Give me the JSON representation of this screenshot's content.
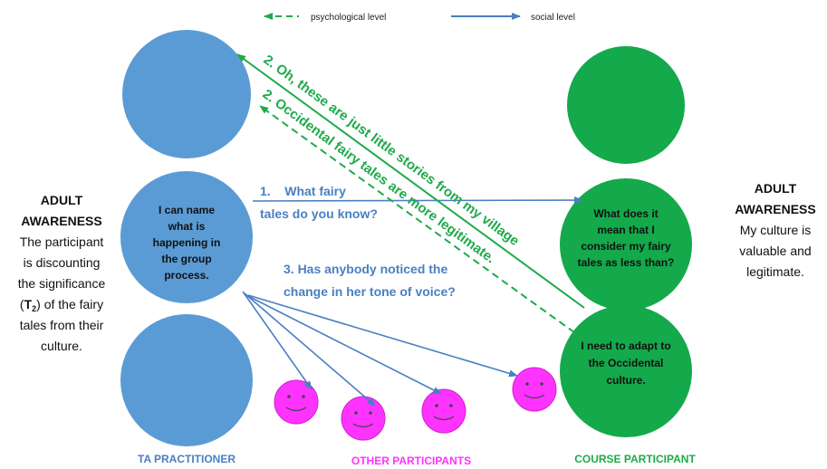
{
  "legend": {
    "psychological_label": "psychological level",
    "social_label": "social level",
    "psychological_color": "#1faa4a",
    "social_color": "#4a7fc1"
  },
  "colors": {
    "blue_circle": "#5b9bd5",
    "green_circle": "#14a94b",
    "smiley": "#ff33ff",
    "blue_text": "#4a7fc1",
    "green_text": "#1faa4a",
    "magenta_text": "#ff33ff"
  },
  "left_text": {
    "heading1": "ADULT",
    "heading2": "AWARENESS",
    "lines": [
      "The participant",
      "is discounting",
      "the significance",
      "(T2) of the fairy",
      "tales from their",
      "culture."
    ]
  },
  "right_text": {
    "heading1": "ADULT",
    "heading2": "AWARENESS",
    "lines": [
      "My culture is",
      "valuable and",
      "legitimate."
    ]
  },
  "ta_adult_text": [
    "I can name",
    "what is",
    "happening in",
    "the group",
    "process."
  ],
  "cp_adult_text": [
    "What does it",
    "mean that I",
    "consider my fairy",
    "tales as less than?"
  ],
  "cp_child_text": [
    "I need to adapt to",
    "the Occidental",
    "culture."
  ],
  "messages": {
    "m1_line1": "1.    What fairy",
    "m1_line2": "tales do you know?",
    "m3_line1": "3. Has anybody noticed the",
    "m3_line2": "change in her tone of voice?",
    "m2a": "2. Oh, these are just little stories from my village",
    "m2b": "2. Occidental fairy tales are more legitimate."
  },
  "labels": {
    "ta": "TA PRACTITIONER",
    "others": "OTHER PARTICIPANTS",
    "course": "COURSE PARTICIPANT"
  }
}
